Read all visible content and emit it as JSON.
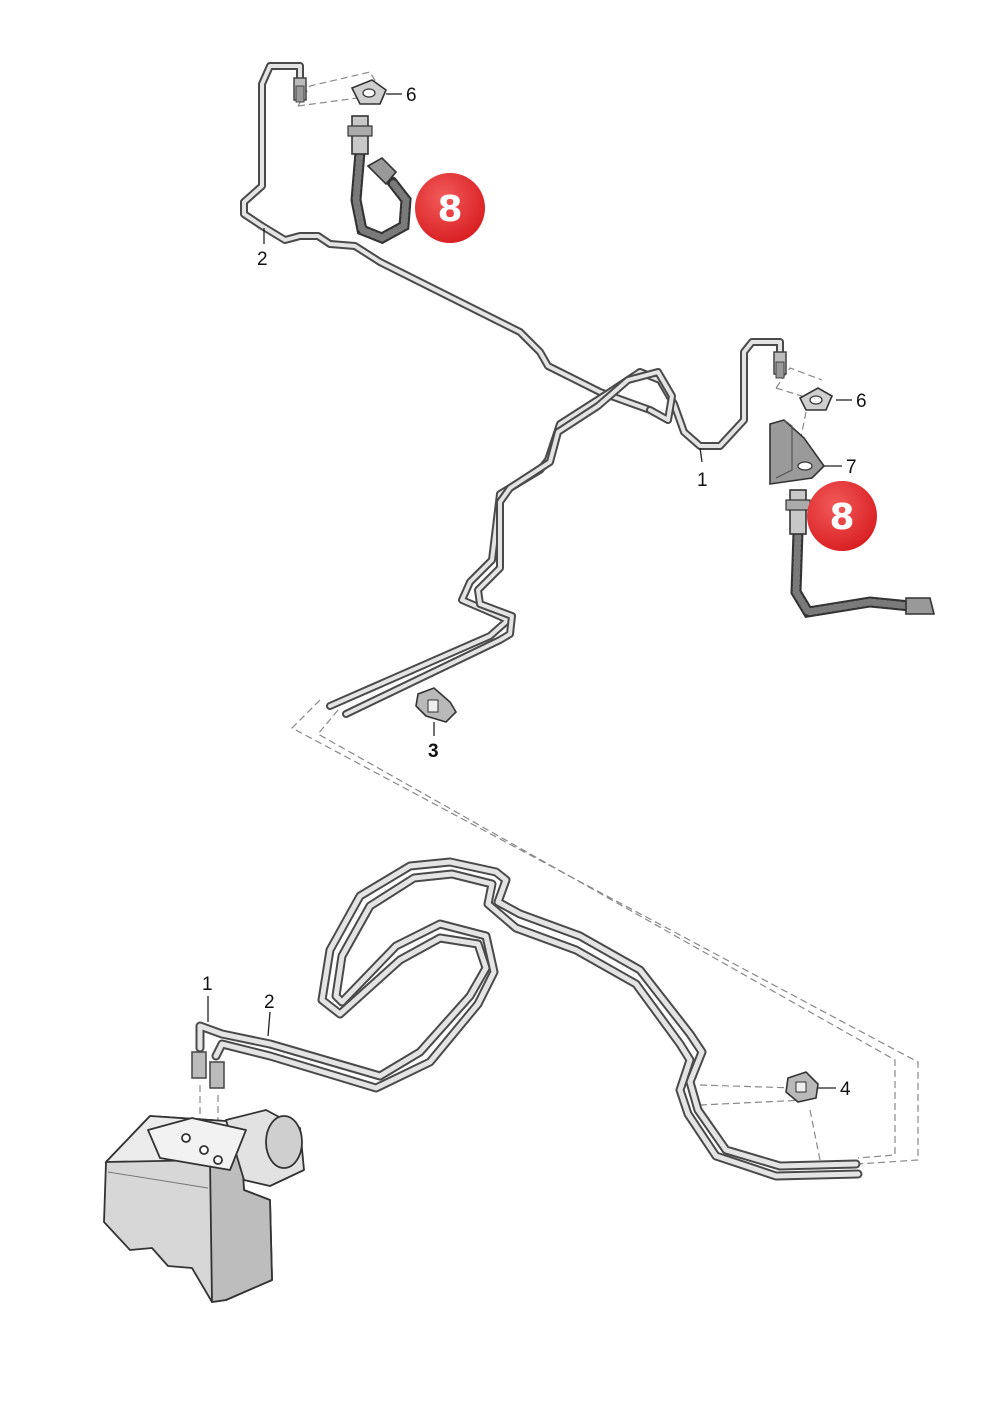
{
  "callouts": {
    "c1_top": "1",
    "c2_top": "2",
    "c3": "3",
    "c6_top": "6",
    "c6_right": "6",
    "c7": "7",
    "c1_bottom": "1",
    "c2_bottom": "2",
    "c4": "4"
  },
  "badges": {
    "badge_top": "8",
    "badge_right": "8"
  },
  "colors": {
    "badge": "#e8262b",
    "line": "#4a4a4a",
    "pipe_fill": "#dcdcdc",
    "hose_fill": "#6a6a6a"
  }
}
